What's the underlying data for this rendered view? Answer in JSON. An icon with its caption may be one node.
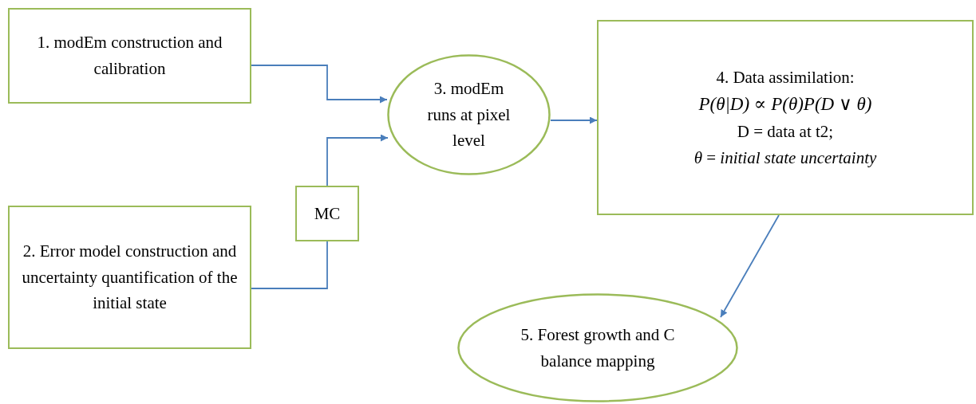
{
  "diagram": {
    "nodes": [
      {
        "text": [
          "1. modEm construction and calibration"
        ]
      },
      {
        "text": [
          "2. Error model construction and uncertainty quantification of the initial state"
        ]
      },
      {
        "text": [
          "MC"
        ]
      },
      {
        "text": [
          "3. modEm runs at pixel level"
        ]
      },
      {
        "text": [
          "4. Data assimilation:",
          "P(θ|D) ∝ P(θ)P(D ∨ θ)",
          "D = data at t2;",
          "*θ* = *initial state uncertainty*"
        ]
      },
      {
        "text": [
          "5. Forest growth and C balance mapping"
        ]
      }
    ],
    "edges": [
      {
        "from": 0,
        "to": 3,
        "arrow": "to"
      },
      {
        "from": 1,
        "to": 2,
        "arrow": "none"
      },
      {
        "from": 2,
        "to": 3,
        "arrow": "to"
      },
      {
        "from": 3,
        "to": 4,
        "arrow": "to"
      },
      {
        "from": 4,
        "to": 5,
        "arrow": "to"
      }
    ]
  }
}
